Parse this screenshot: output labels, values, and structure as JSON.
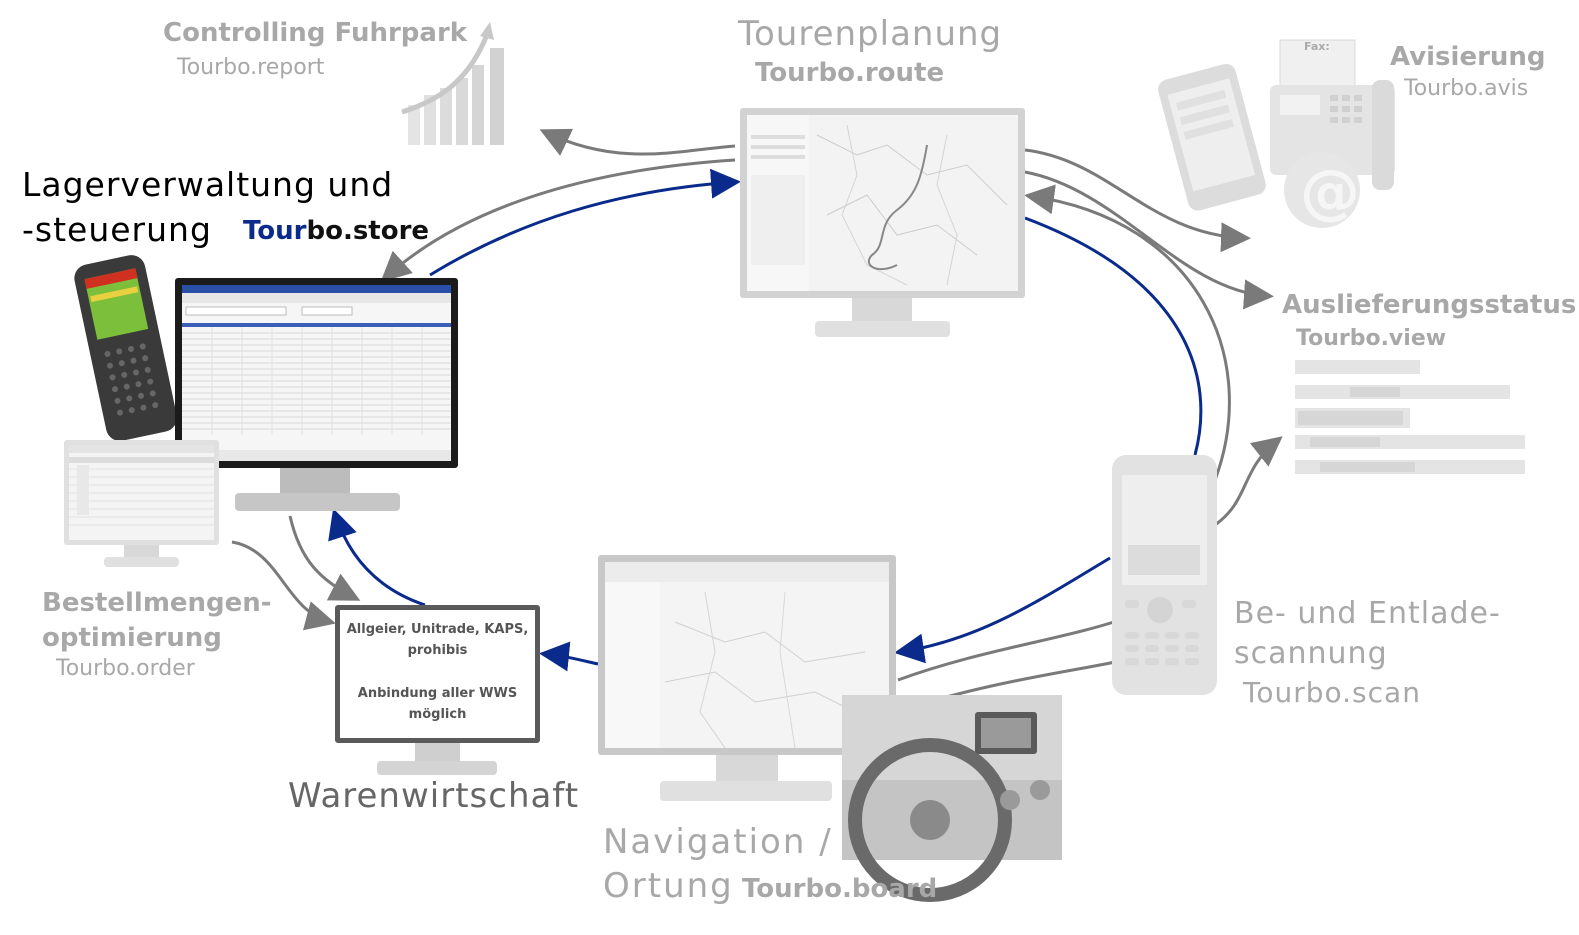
{
  "labels": {
    "controlling_title": "Controlling Fuhrpark",
    "controlling_module": "Tourbo.report",
    "tourenplanung_title": "Tourenplanung",
    "tourenplanung_module": "Tourbo.route",
    "avisierung_title": "Avisierung",
    "avisierung_module": "Tourbo.avis",
    "lager_title_line1": "Lagerverwaltung und",
    "lager_title_line2": "-steuerung",
    "lager_module_prefix": "Tour",
    "lager_module_suffix": "bo.store",
    "auslieferung_title": "Auslieferungsstatus",
    "auslieferung_module": "Tourbo.view",
    "bestell_title_line1": "Bestellmengen-",
    "bestell_title_line2": "optimierung",
    "bestell_module": "Tourbo.order",
    "scan_title_line1": "Be- und Entlade-",
    "scan_title_line2": "scannung",
    "scan_module": "Tourbo.scan",
    "warenwirtschaft_title": "Warenwirtschaft",
    "navigation_title_line1": "Navigation /",
    "navigation_title_line2": "Ortung",
    "navigation_module": "Tourbo.board"
  },
  "wws_screen": {
    "line1": "Allgeier, Unitrade, KAPS,",
    "line2": "prohibis",
    "line3": "Anbindung aller WWS",
    "line4": "möglich"
  },
  "fax": {
    "title": "Fax:"
  },
  "colors": {
    "blue_arrow": "#0a2a8c",
    "gray_arrow": "#7a7a7a",
    "label_gray": "#9a9a9a",
    "store_blue": "#0a2a8c"
  }
}
